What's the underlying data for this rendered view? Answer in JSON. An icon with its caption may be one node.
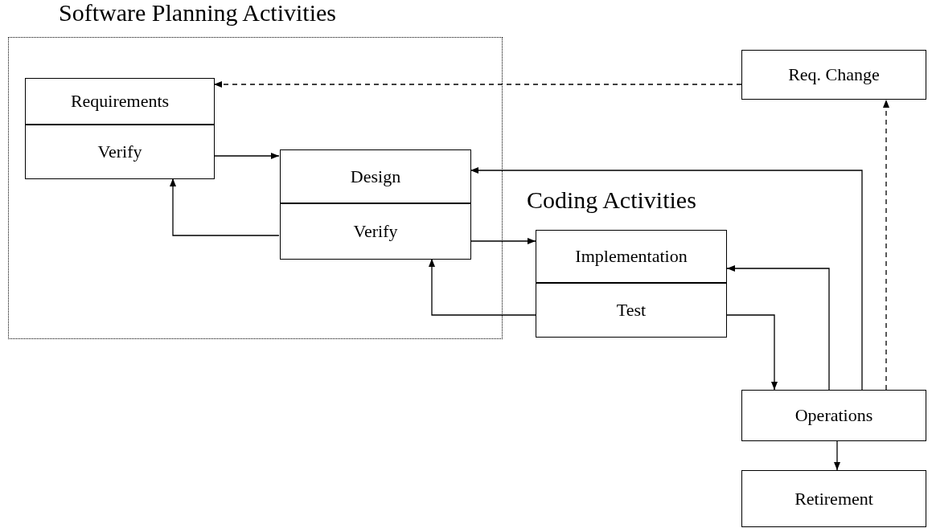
{
  "diagram": {
    "nodes": [
      {
        "text": [
          "Software Planning Activities"
        ]
      },
      {
        "text": [
          "Requirements"
        ],
        "in": 0
      },
      {
        "text": [
          "Verify"
        ],
        "in": 0
      },
      {
        "text": [
          "Design"
        ],
        "in": 0
      },
      {
        "text": [
          "Verify"
        ],
        "in": 0
      },
      {
        "text": [
          "Implementation"
        ]
      },
      {
        "text": [
          "Test"
        ]
      },
      {
        "text": [
          "Operations"
        ]
      },
      {
        "text": [
          "Retirement"
        ]
      },
      {
        "text": [
          "Req. Change"
        ]
      }
    ],
    "edges": [
      {
        "from": 9,
        "to": 1,
        "arrow": "to",
        "style": "dashed"
      },
      {
        "from": 2,
        "to": 3,
        "arrow": "to"
      },
      {
        "from": 4,
        "to": 2,
        "arrow": "to"
      },
      {
        "from": 4,
        "to": 5,
        "arrow": "to"
      },
      {
        "from": 6,
        "to": 4,
        "arrow": "to"
      },
      {
        "from": 6,
        "to": 7,
        "arrow": "to"
      },
      {
        "from": 7,
        "to": 5,
        "arrow": "to"
      },
      {
        "from": 7,
        "to": 3,
        "arrow": "to"
      },
      {
        "from": 7,
        "to": 9,
        "arrow": "to",
        "style": "dashed"
      },
      {
        "from": 7,
        "to": 8,
        "arrow": "to"
      }
    ],
    "labels": [
      "Coding Activities"
    ]
  }
}
